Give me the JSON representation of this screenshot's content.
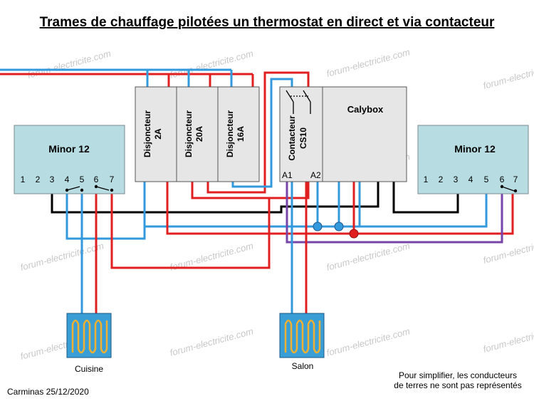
{
  "title": "Trames de chauffage pilotées un thermostat en direct et via contacteur",
  "watermark": "forum-electricite.com",
  "thermostat_left": {
    "label": "Minor 12",
    "terminals": [
      "1",
      "2",
      "3",
      "4",
      "5",
      "6",
      "7"
    ]
  },
  "thermostat_right": {
    "label": "Minor 12",
    "terminals": [
      "1",
      "2",
      "3",
      "4",
      "5",
      "6",
      "7"
    ]
  },
  "breakers": [
    {
      "line1": "Disjoncteur",
      "line2": "2A"
    },
    {
      "line1": "Disjoncteur",
      "line2": "20A"
    },
    {
      "line1": "Disjoncteur",
      "line2": "16A"
    }
  ],
  "contactor": {
    "line1": "Contacteur",
    "line2": "CS10",
    "a1": "A1",
    "a2": "A2"
  },
  "calybox": "Calybox",
  "heater_left": "Cuisine",
  "heater_right": "Salon",
  "note_line1": "Pour simplifier, les conducteurs",
  "note_line2": "de terres ne sont pas représentés",
  "author": "Carminas 25/12/2020",
  "colors": {
    "phase": "#e02020",
    "neutral": "#3399dd",
    "pilot": "#7744aa",
    "ground": "#000000",
    "device_fill": "#b7dde3",
    "breaker_fill": "#e6e6e6",
    "heater_fill": "#3a9ed6",
    "coil": "#f0b030"
  }
}
